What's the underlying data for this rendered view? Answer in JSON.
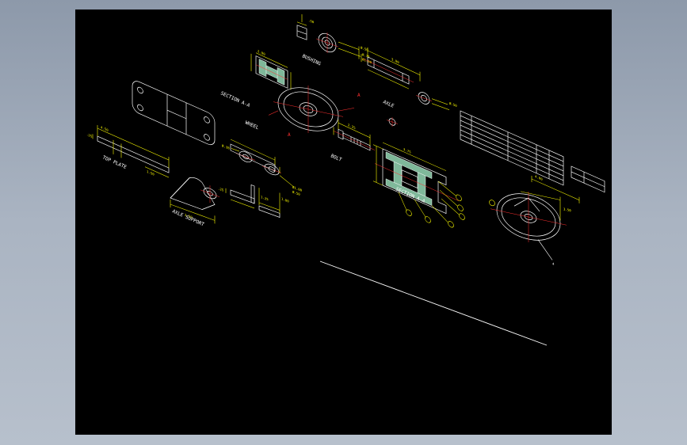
{
  "labels": {
    "bushing": "BUSHING",
    "section_a_a_small": "SECTION A-A",
    "axle": "AXLE",
    "wheel": "WHEEL",
    "top_plate": "TOP PLATE",
    "bolt": "BOLT",
    "section_a_a": "SECTION A-A",
    "axle_support": "AXLE SUPPORT",
    "section_marker": "A"
  },
  "colors": {
    "background": "#000000",
    "frame": "#aab4c2",
    "outline": "#ffffff",
    "dimension": "#ffff00",
    "centerline": "#ff3030",
    "hatch": "#7fb89a"
  }
}
